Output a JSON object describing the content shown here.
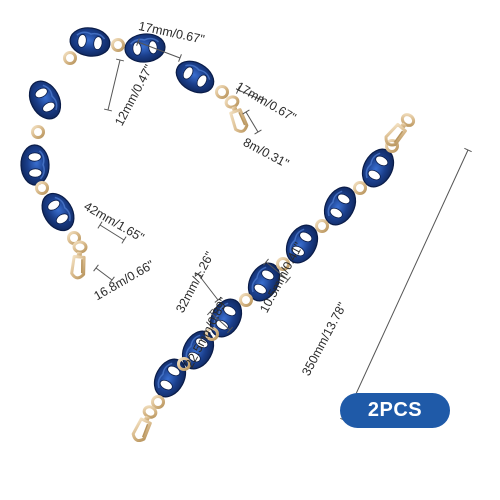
{
  "labels": {
    "link_length_top": "17mm/0.67\"",
    "link_width_upper": "12mm/0.47\"",
    "clasp_length_upper": "17mm/0.67\"",
    "clasp_width_upper": "8m/0.31\"",
    "clasp_length_lower": "42mm/1.65\"",
    "clasp_width_lower": "16.8m/0.66\"",
    "link_length_large": "32mm/1.26\"",
    "link_width_large": "22.5mm/0.89\"",
    "ring_size": "10.5mm/0.41\"",
    "total_length": "350mm/13.78\"",
    "quantity_badge": "2PCS"
  },
  "colors": {
    "link_blue": "#1b3f8c",
    "link_dark": "#0e2559",
    "metal_gold": "#d8b98a",
    "badge_blue": "#1f5aa8",
    "line_gray": "#555555"
  }
}
